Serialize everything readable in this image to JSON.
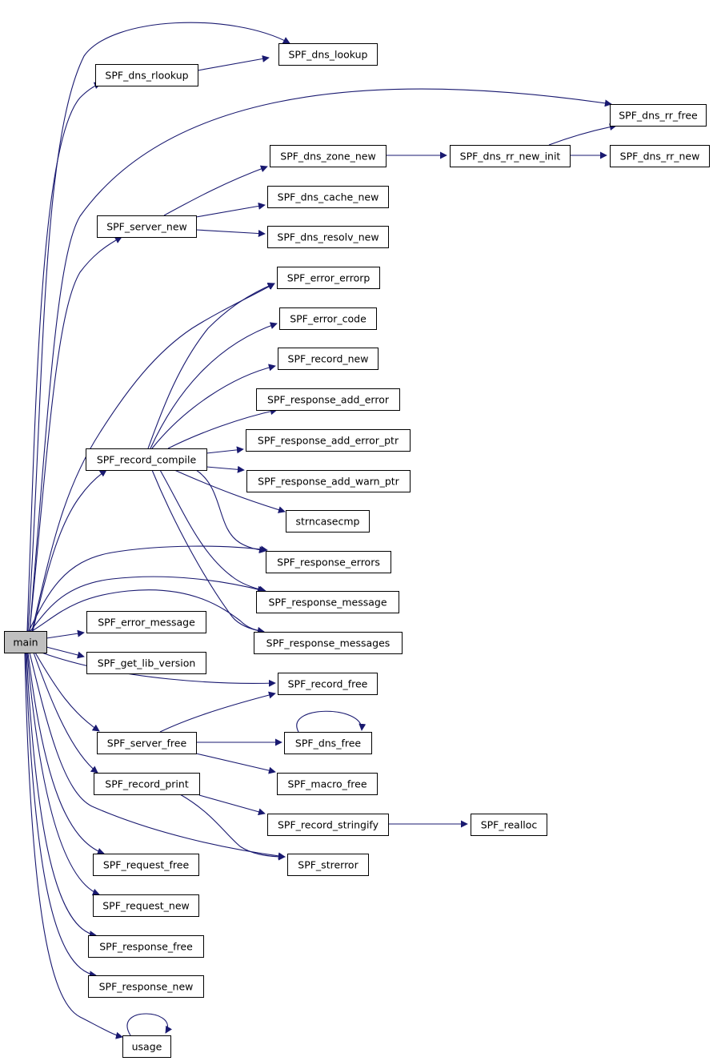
{
  "colors": {
    "edge": "#191970",
    "root_fill": "#bfbfbf",
    "node_fill": "#ffffff",
    "node_border": "#000000"
  },
  "root": "main",
  "nodes": [
    {
      "id": "main",
      "label": "main"
    },
    {
      "id": "dns_lookup",
      "label": "SPF_dns_lookup"
    },
    {
      "id": "dns_rlookup",
      "label": "SPF_dns_rlookup"
    },
    {
      "id": "dns_rr_free",
      "label": "SPF_dns_rr_free"
    },
    {
      "id": "dns_zone_new",
      "label": "SPF_dns_zone_new"
    },
    {
      "id": "dns_rr_new_init",
      "label": "SPF_dns_rr_new_init"
    },
    {
      "id": "dns_rr_new",
      "label": "SPF_dns_rr_new"
    },
    {
      "id": "dns_cache_new",
      "label": "SPF_dns_cache_new"
    },
    {
      "id": "server_new",
      "label": "SPF_server_new"
    },
    {
      "id": "dns_resolv_new",
      "label": "SPF_dns_resolv_new"
    },
    {
      "id": "error_errorp",
      "label": "SPF_error_errorp"
    },
    {
      "id": "error_code",
      "label": "SPF_error_code"
    },
    {
      "id": "record_new",
      "label": "SPF_record_new"
    },
    {
      "id": "response_add_error",
      "label": "SPF_response_add_error"
    },
    {
      "id": "response_add_error_ptr",
      "label": "SPF_response_add_error_ptr"
    },
    {
      "id": "record_compile",
      "label": "SPF_record_compile"
    },
    {
      "id": "response_add_warn_ptr",
      "label": "SPF_response_add_warn_ptr"
    },
    {
      "id": "strncasecmp",
      "label": "strncasecmp"
    },
    {
      "id": "response_errors",
      "label": "SPF_response_errors"
    },
    {
      "id": "response_message",
      "label": "SPF_response_message"
    },
    {
      "id": "error_message",
      "label": "SPF_error_message"
    },
    {
      "id": "response_messages",
      "label": "SPF_response_messages"
    },
    {
      "id": "get_lib_version",
      "label": "SPF_get_lib_version"
    },
    {
      "id": "record_free",
      "label": "SPF_record_free"
    },
    {
      "id": "server_free",
      "label": "SPF_server_free"
    },
    {
      "id": "dns_free",
      "label": "SPF_dns_free"
    },
    {
      "id": "record_print",
      "label": "SPF_record_print"
    },
    {
      "id": "macro_free",
      "label": "SPF_macro_free"
    },
    {
      "id": "record_stringify",
      "label": "SPF_record_stringify"
    },
    {
      "id": "realloc",
      "label": "SPF_realloc"
    },
    {
      "id": "strerror",
      "label": "SPF_strerror"
    },
    {
      "id": "request_free",
      "label": "SPF_request_free"
    },
    {
      "id": "request_new",
      "label": "SPF_request_new"
    },
    {
      "id": "response_free",
      "label": "SPF_response_free"
    },
    {
      "id": "response_new",
      "label": "SPF_response_new"
    },
    {
      "id": "usage",
      "label": "usage"
    }
  ],
  "edges": [
    [
      "main",
      "dns_lookup"
    ],
    [
      "main",
      "dns_rlookup"
    ],
    [
      "dns_rlookup",
      "dns_lookup"
    ],
    [
      "main",
      "dns_rr_free"
    ],
    [
      "main",
      "server_new"
    ],
    [
      "server_new",
      "dns_zone_new"
    ],
    [
      "server_new",
      "dns_cache_new"
    ],
    [
      "server_new",
      "dns_resolv_new"
    ],
    [
      "dns_zone_new",
      "dns_rr_new_init"
    ],
    [
      "dns_rr_new_init",
      "dns_rr_free"
    ],
    [
      "dns_rr_new_init",
      "dns_rr_new"
    ],
    [
      "main",
      "error_errorp"
    ],
    [
      "main",
      "record_compile"
    ],
    [
      "record_compile",
      "error_errorp"
    ],
    [
      "record_compile",
      "error_code"
    ],
    [
      "record_compile",
      "record_new"
    ],
    [
      "record_compile",
      "response_add_error"
    ],
    [
      "record_compile",
      "response_add_error_ptr"
    ],
    [
      "record_compile",
      "response_add_warn_ptr"
    ],
    [
      "record_compile",
      "strncasecmp"
    ],
    [
      "record_compile",
      "response_errors"
    ],
    [
      "record_compile",
      "response_message"
    ],
    [
      "record_compile",
      "response_messages"
    ],
    [
      "main",
      "response_errors"
    ],
    [
      "main",
      "response_message"
    ],
    [
      "main",
      "response_messages"
    ],
    [
      "main",
      "error_message"
    ],
    [
      "main",
      "get_lib_version"
    ],
    [
      "main",
      "record_free"
    ],
    [
      "main",
      "server_free"
    ],
    [
      "server_free",
      "record_free"
    ],
    [
      "server_free",
      "dns_free"
    ],
    [
      "server_free",
      "macro_free"
    ],
    [
      "dns_free",
      "dns_free"
    ],
    [
      "main",
      "record_print"
    ],
    [
      "record_print",
      "record_stringify"
    ],
    [
      "record_print",
      "strerror"
    ],
    [
      "record_stringify",
      "realloc"
    ],
    [
      "main",
      "strerror"
    ],
    [
      "main",
      "request_free"
    ],
    [
      "main",
      "request_new"
    ],
    [
      "main",
      "response_free"
    ],
    [
      "main",
      "response_new"
    ],
    [
      "main",
      "usage"
    ],
    [
      "usage",
      "usage"
    ]
  ]
}
